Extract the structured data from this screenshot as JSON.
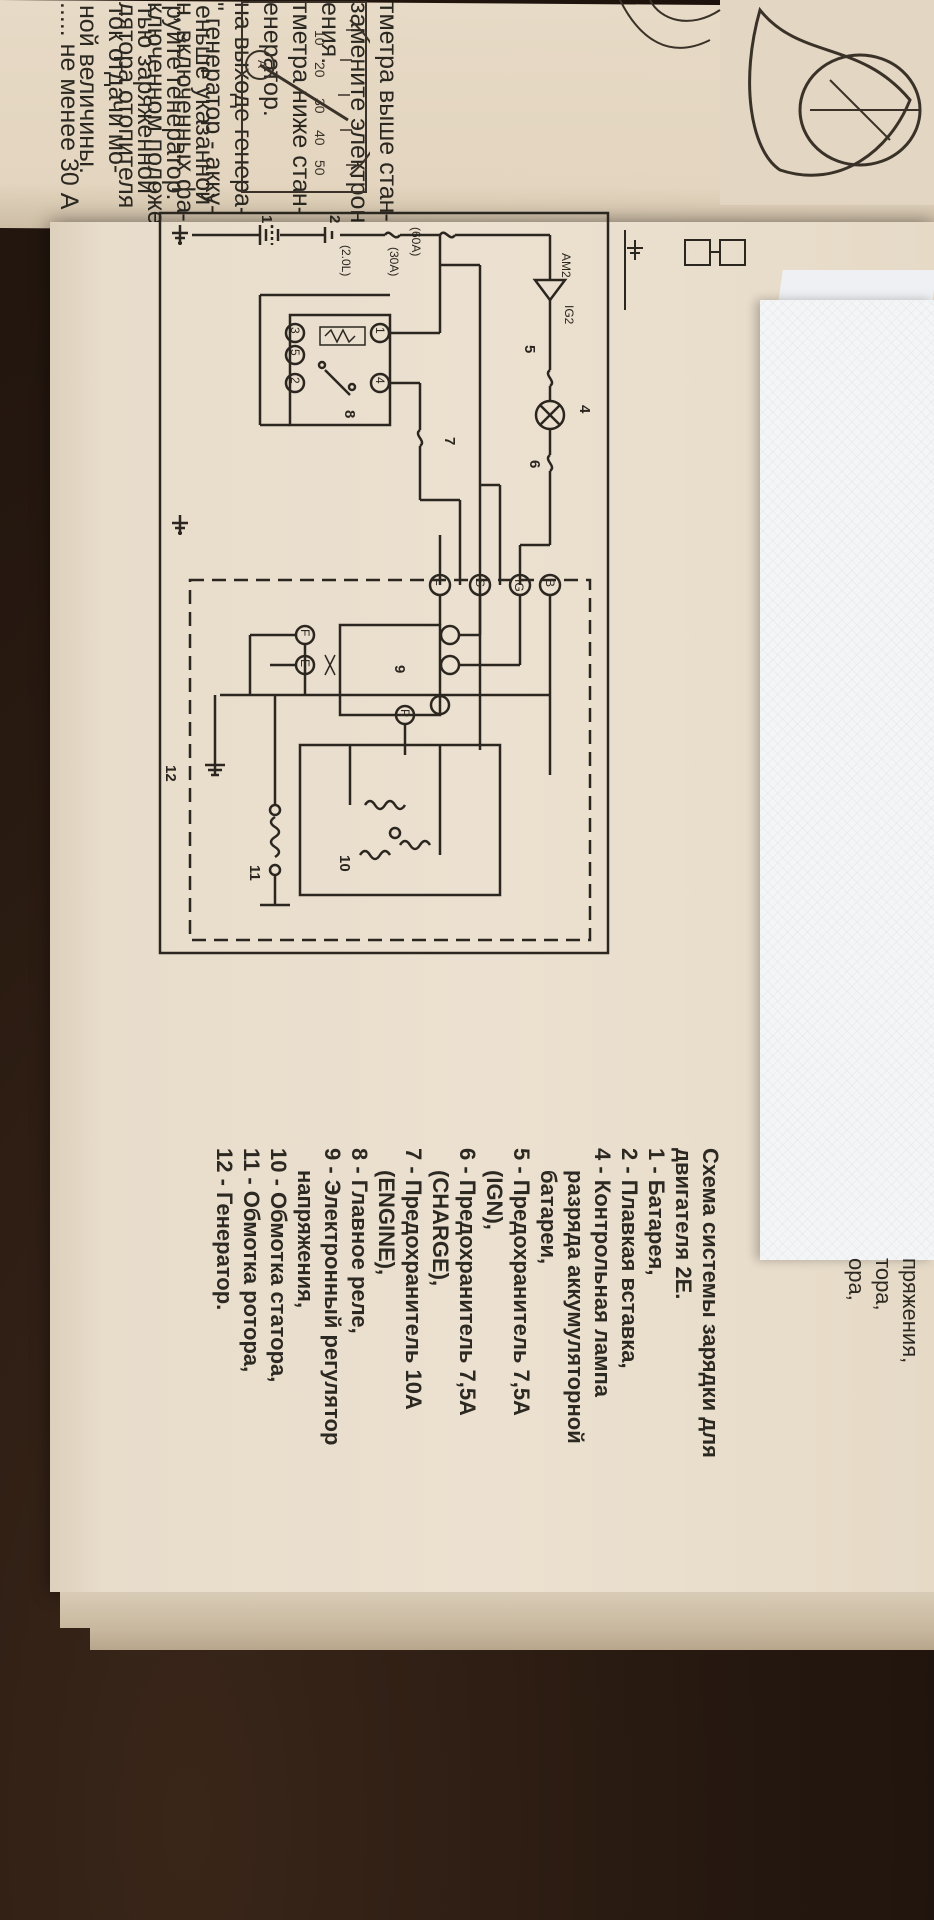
{
  "previous_page_text": [
    "тметра выше стан-",
    "замените электрон-",
    "ения.",
    "тметра ниже стан-",
    "енератор.",
    "на выходе генера-",
    "\" генератор - акку-",
    "н, включенных фа-",
    "ключенном положе-",
    "лятора отопителя",
    "",
    "..... не менее 30 А"
  ],
  "previous_page_lower": [
    "еньше указанной",
    "руйте генератор.",
    "тью заряженной",
    "ток отдачи мо-",
    "ной величины."
  ],
  "gauge": {
    "ticks": [
      "10",
      "20",
      "30",
      "40",
      "50"
    ],
    "unit": "A"
  },
  "right_page_fragment": [
    "пряжения,",
    "тора,",
    "ора,"
  ],
  "diagram": {
    "callouts": [
      "1",
      "2",
      "4",
      "5",
      "6",
      "7",
      "8",
      "9",
      "10",
      "11",
      "12"
    ],
    "fuse_labels": [
      "(60A)",
      "(30A)",
      "(2.0L)"
    ],
    "terminal_labels": [
      "AM2",
      "IG2",
      "B",
      "IG",
      "S",
      "L",
      "F",
      "E",
      "P"
    ],
    "relay_pins": [
      "1",
      "2",
      "3",
      "4",
      "5"
    ]
  },
  "caption": {
    "title_lines": [
      "Схема системы зарядки для",
      "двигателя 2Е."
    ],
    "legend": [
      {
        "text": "1 - Батарея,"
      },
      {
        "text": "2 - Плавкая вставка,"
      },
      {
        "text": "4 - Контрольная лампа"
      },
      {
        "text": "разряда аккумуляторной",
        "indent": true
      },
      {
        "text": "батареи,",
        "indent": true
      },
      {
        "text": "5 - Предохранитель 7,5А"
      },
      {
        "text": "(IGN),",
        "indent": true
      },
      {
        "text": "6 - Предохранитель 7,5А"
      },
      {
        "text": "(CHARGE),",
        "indent": true
      },
      {
        "text": "7 - Предохранитель 10А"
      },
      {
        "text": "(ENGINE),",
        "indent": true
      },
      {
        "text": "8 - Главное реле,"
      },
      {
        "text": "9 - Электронный регулятор"
      },
      {
        "text": "напряжения,",
        "indent": true
      },
      {
        "text": "10 - Обмотка статора,"
      },
      {
        "text": "11 - Обмотка ротора,"
      },
      {
        "text": "12 - Генератор."
      }
    ]
  }
}
